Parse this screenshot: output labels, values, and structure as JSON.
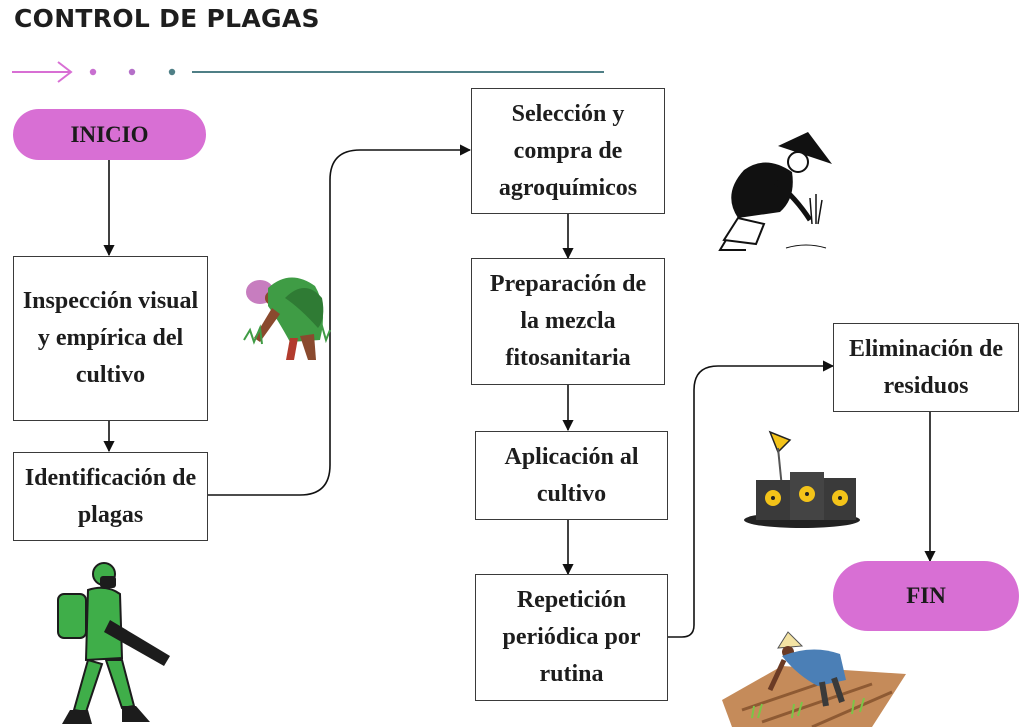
{
  "title": "CONTROL DE PLAGAS",
  "nodes": {
    "inicio": "INICIO",
    "inspeccion": "Inspección visual y empírica del cultivo",
    "identificacion": "Identificación de plagas",
    "seleccion": "Selección y compra de agroquímicos",
    "preparacion": "Preparación de la mezcla fitosanitaria",
    "aplicacion": "Aplicación al cultivo",
    "repeticion": "Repetición periódica por rutina",
    "eliminacion": "Eliminación de residuos",
    "fin": "FIN"
  },
  "colors": {
    "terminal": "#d86fd4",
    "deco_arrow": "#d86fd4",
    "deco_line": "#4f7f86",
    "connector": "#111111"
  },
  "illustrations": [
    "farmer-planting-icon",
    "farmer-kneeling-icon",
    "fumigator-icon",
    "toxic-barrels-icon",
    "farmer-field-icon"
  ]
}
